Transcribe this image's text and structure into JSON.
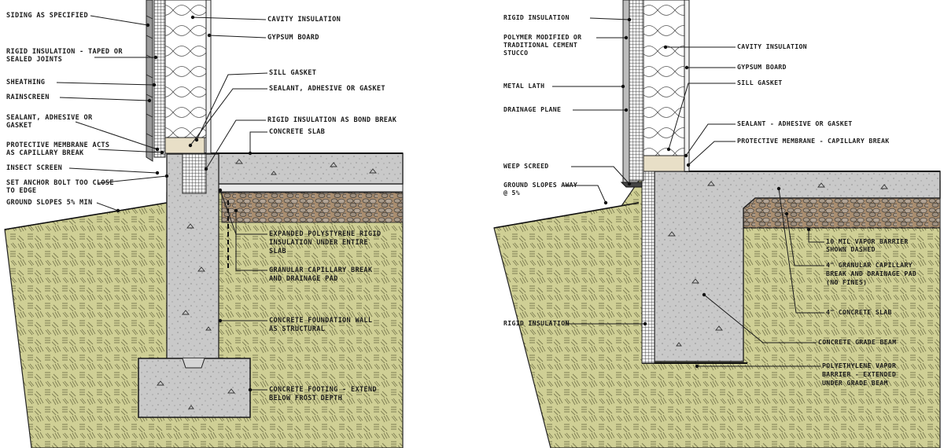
{
  "left_labels": [
    {
      "lines": [
        "Siding as specified"
      ]
    },
    {
      "lines": [
        "Cavity insulation"
      ]
    },
    {
      "lines": [
        "Gypsum board"
      ]
    },
    {
      "lines": [
        "Rigid insulation - taped or",
        "sealed joints"
      ]
    },
    {
      "lines": [
        "Sheathing"
      ]
    },
    {
      "lines": [
        "Rainscreen"
      ]
    },
    {
      "lines": [
        "Sill gasket"
      ]
    },
    {
      "lines": [
        "Sealant, adhesive or gasket"
      ]
    },
    {
      "lines": [
        "Sealant, adhesive or",
        "gasket"
      ]
    },
    {
      "lines": [
        "Rigid insulation as bond break"
      ]
    },
    {
      "lines": [
        "Concrete slab"
      ]
    },
    {
      "lines": [
        "Protective membrane acts",
        "as capillary break"
      ]
    },
    {
      "lines": [
        "Insect screen"
      ]
    },
    {
      "lines": [
        "Set anchor bolt too close",
        "to edge"
      ]
    },
    {
      "lines": [
        "Ground slopes 5% min"
      ]
    },
    {
      "lines": [
        "Expanded polystyrene rigid",
        "insulation under entire",
        "slab"
      ]
    },
    {
      "lines": [
        "Granular capillary break",
        "and drainage pad"
      ]
    },
    {
      "lines": [
        "Concrete foundation wall",
        "as structural"
      ]
    },
    {
      "lines": [
        "Concrete footing - extend",
        "below frost depth"
      ]
    }
  ],
  "right_labels": [
    {
      "lines": [
        "Rigid insulation"
      ]
    },
    {
      "lines": [
        "Polymer modified or",
        "traditional cement",
        "stucco"
      ]
    },
    {
      "lines": [
        "Cavity insulation"
      ]
    },
    {
      "lines": [
        "Gypsum board"
      ]
    },
    {
      "lines": [
        "Metal lath"
      ]
    },
    {
      "lines": [
        "Sill gasket"
      ]
    },
    {
      "lines": [
        "Drainage plane"
      ]
    },
    {
      "lines": [
        "Sealant - adhesive or gasket"
      ]
    },
    {
      "lines": [
        "Protective membrane - capillary break"
      ]
    },
    {
      "lines": [
        "Weep screed"
      ]
    },
    {
      "lines": [
        "Ground slopes away",
        "@ 5%"
      ]
    },
    {
      "lines": [
        "10 mil vapor barrier",
        "shown dashed"
      ]
    },
    {
      "lines": [
        "4\" granular capillary",
        "break and drainage pad",
        "(no fines)"
      ]
    },
    {
      "lines": [
        "4\" concrete slab"
      ]
    },
    {
      "lines": [
        "Rigid insulation"
      ]
    },
    {
      "lines": [
        "Concrete grade beam"
      ]
    },
    {
      "lines": [
        "Polyethylene vapor",
        "barrier - extended",
        "under grade beam"
      ]
    }
  ]
}
